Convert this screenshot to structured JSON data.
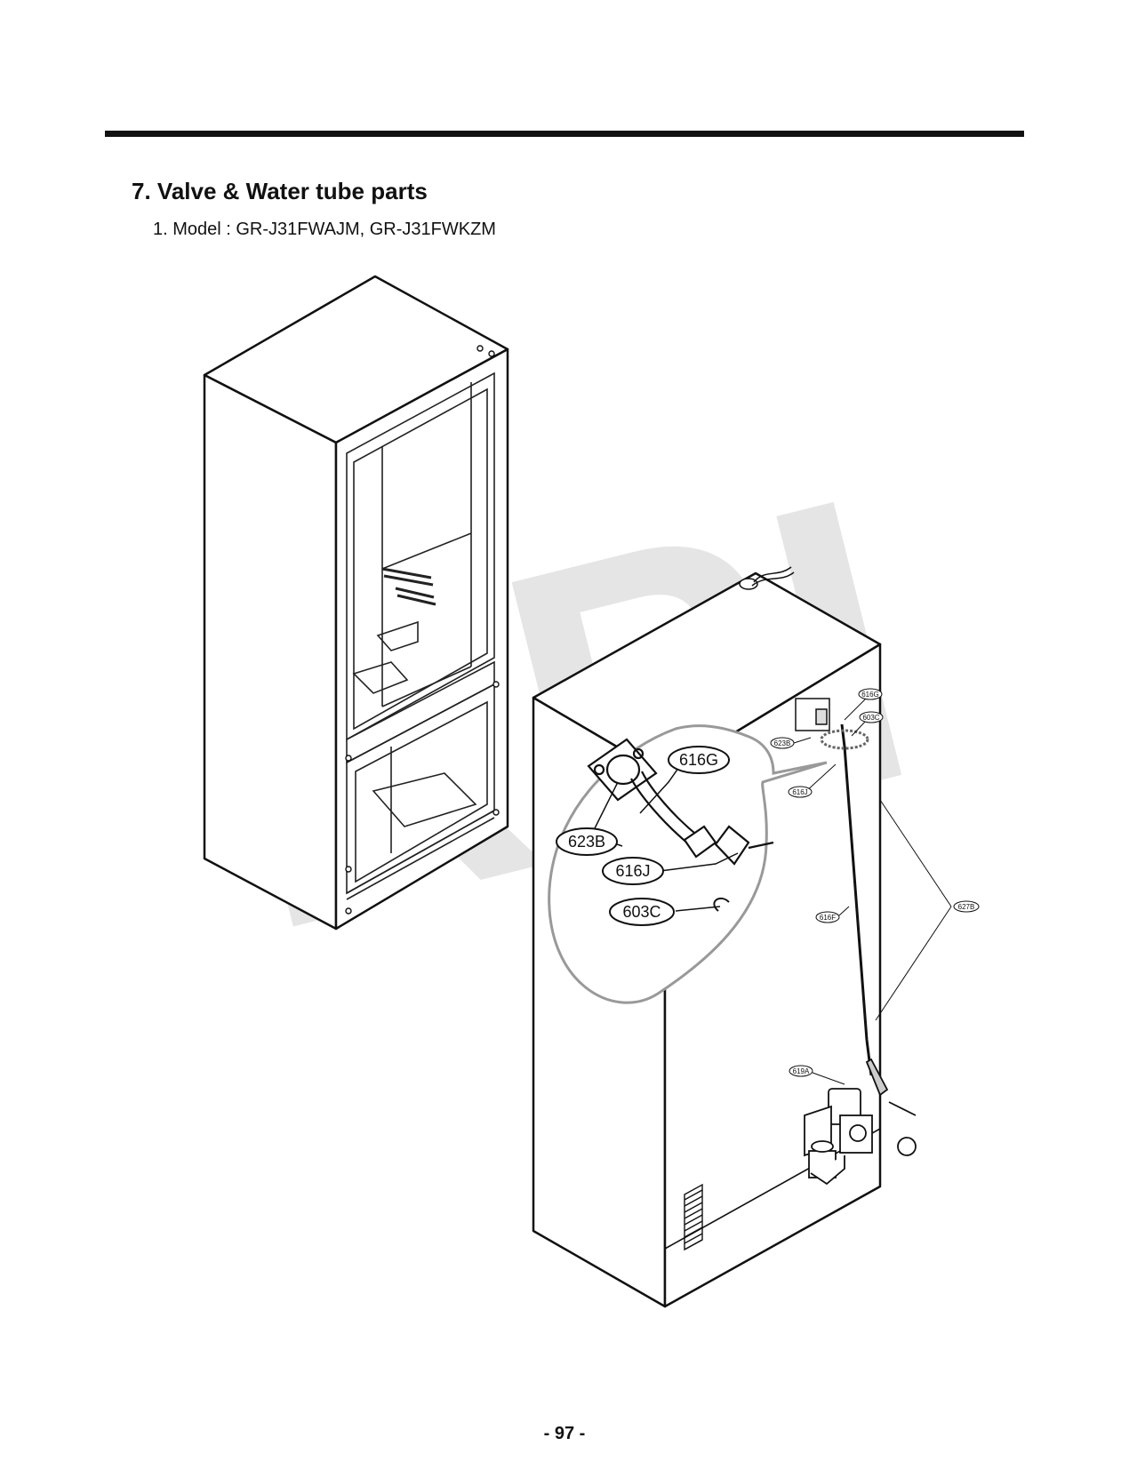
{
  "section": {
    "title": "7. Valve & Water tube parts",
    "model_line": "1. Model : GR-J31FWAJM, GR-J31FWKZM"
  },
  "watermark": "RPI",
  "callouts": {
    "big": {
      "p616G": "616G",
      "p623B": "623B",
      "p616J": "616J",
      "p603C": "603C"
    },
    "small": {
      "p616G": "616G",
      "p603C": "603C",
      "p623B": "623B",
      "p616J": "616J",
      "p616F": "616F",
      "p627B": "627B",
      "p619A": "619A"
    }
  },
  "page_number": "- 97 -"
}
